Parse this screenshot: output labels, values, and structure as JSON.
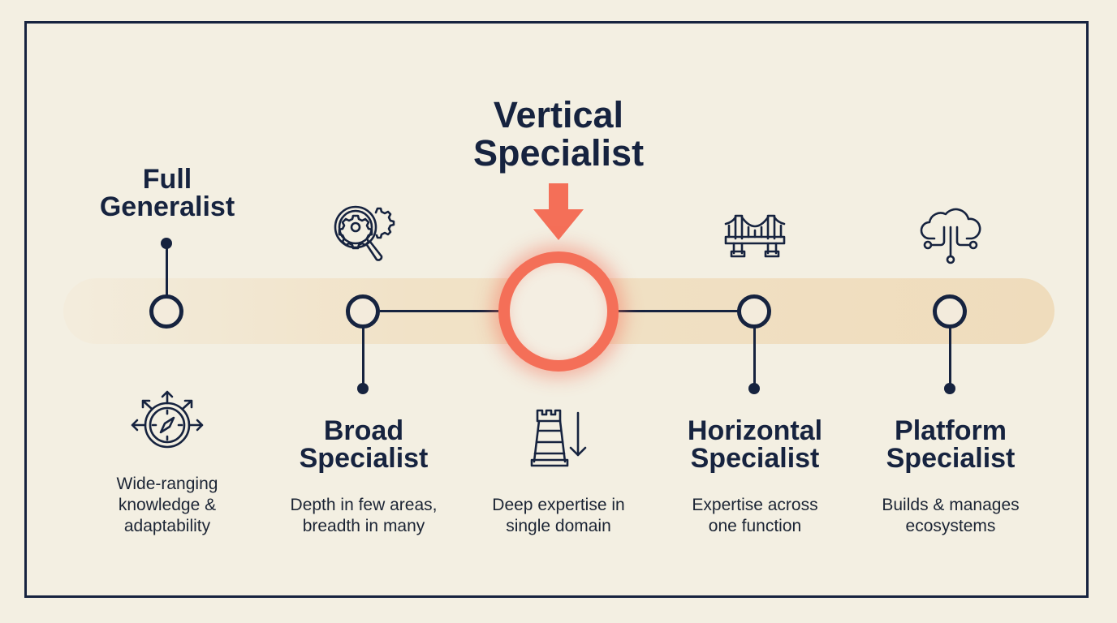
{
  "diagram": {
    "type": "specialist-spectrum",
    "colors": {
      "background": "#f3efe2",
      "ink": "#16233f",
      "highlight": "#f46f58",
      "band": "#efdcbc"
    },
    "highlighted_stage": "Vertical Specialist",
    "stages": [
      {
        "title_line1": "Full",
        "title_line2": "Generalist",
        "desc_line1": "Wide-ranging",
        "desc_line2": "knowledge &",
        "desc_line3": "adaptability",
        "icon": "compass-arrows-icon"
      },
      {
        "title_line1": "Broad",
        "title_line2": "Specialist",
        "desc_line1": "Depth in few areas,",
        "desc_line2": "breadth in many",
        "icon": "magnifier-gears-icon"
      },
      {
        "title_line1": "Vertical",
        "title_line2": "Specialist",
        "desc_line1": "Deep expertise in",
        "desc_line2": "single domain",
        "icon": "tower-down-arrow-icon"
      },
      {
        "title_line1": "Horizontal",
        "title_line2": "Specialist",
        "desc_line1": "Expertise across",
        "desc_line2": "one function",
        "icon": "bridge-icon"
      },
      {
        "title_line1": "Platform",
        "title_line2": "Specialist",
        "desc_line1": "Builds & manages",
        "desc_line2": "ecosystems",
        "icon": "cloud-network-icon"
      }
    ]
  }
}
